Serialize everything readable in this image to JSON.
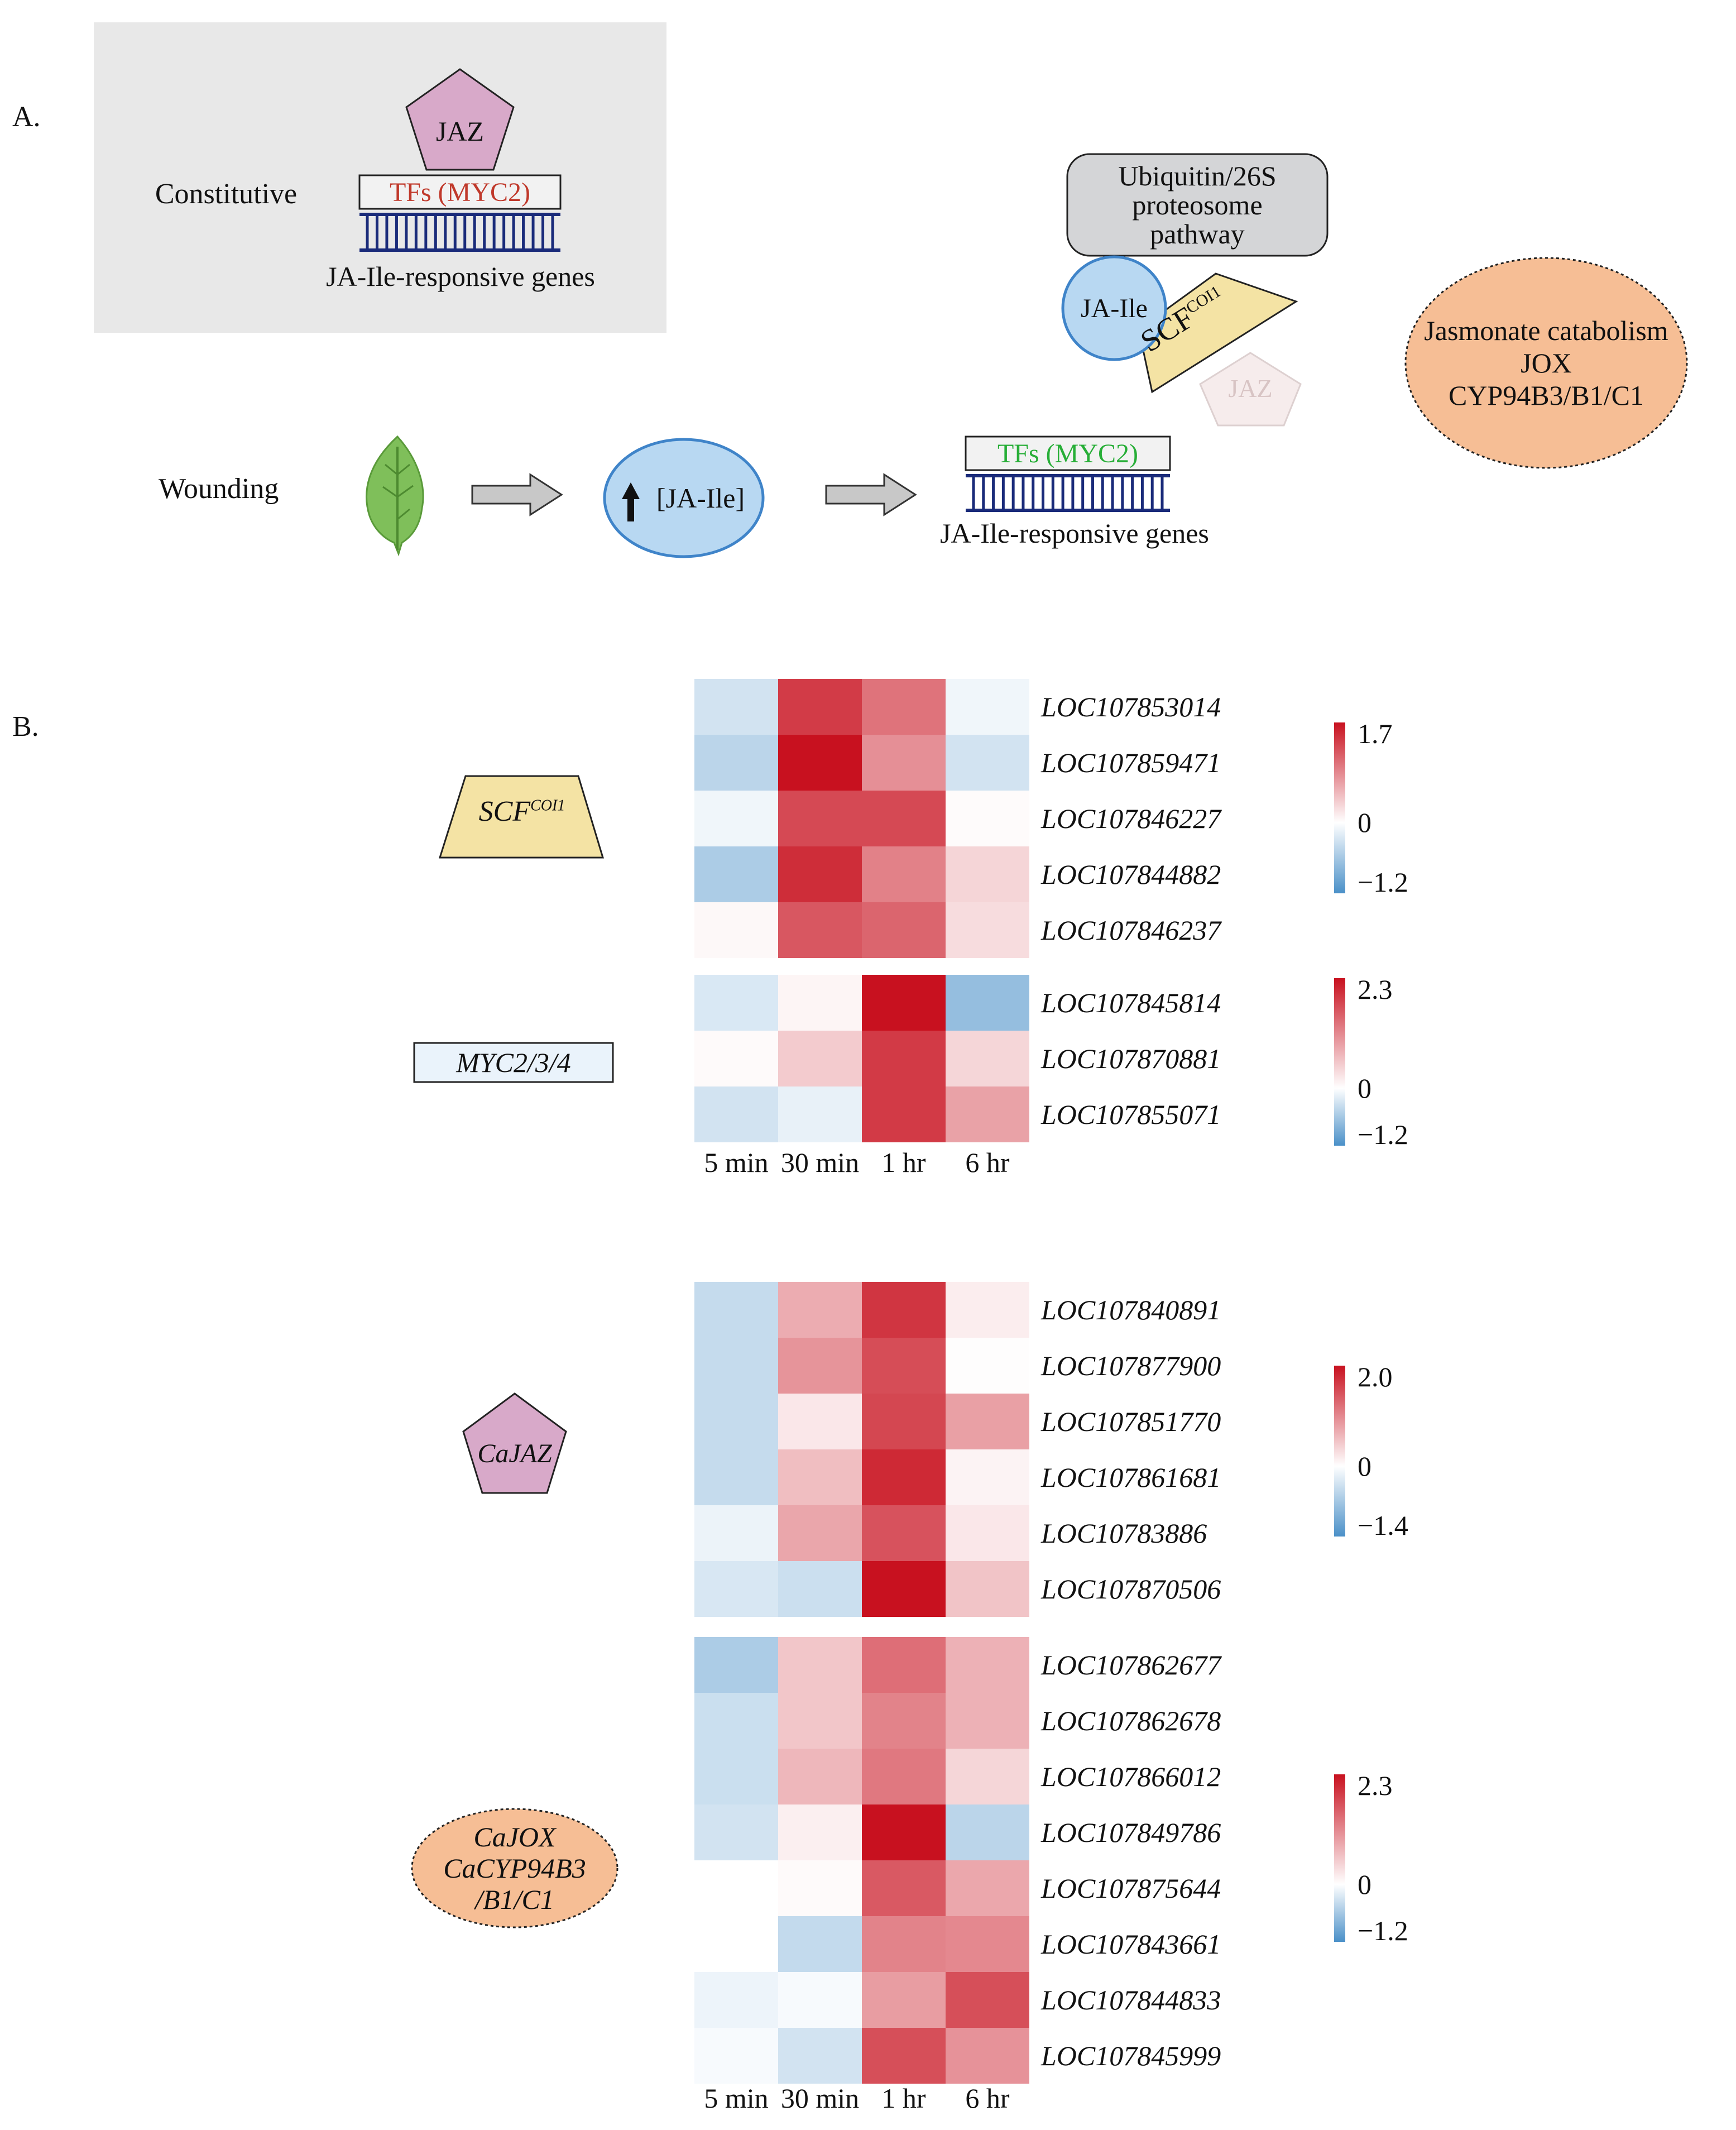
{
  "panel_a": {
    "label": "A.",
    "constitutive": {
      "label": "Constitutive",
      "jaz": "JAZ",
      "tf": "TFs (MYC2)",
      "genes": "JA-Ile-responsive genes"
    },
    "proteasome": "Ubiquitin/26S proteosome pathway",
    "proteasome_lines": [
      "Ubiquitin/26S",
      "proteosome",
      "pathway"
    ],
    "ja_ile": "JA-Ile",
    "scf_main": "SCF",
    "scf_sup": "COI1",
    "jaz_faded": "JAZ",
    "catabolism_lines": [
      "Jasmonate catabolism",
      "JOX",
      "CYP94B3/B1/C1"
    ],
    "wounding": "Wounding",
    "ja_ile_level": "[JA-Ile]",
    "tf_induced": "TFs (MYC2)",
    "genes_induced": "JA-Ile-responsive genes"
  },
  "panel_b": {
    "label": "B.",
    "columns": [
      "5 min",
      "30 min",
      "1 hr",
      "6 hr"
    ],
    "groups": [
      {
        "icon_lines": [
          "SCF"
        ],
        "icon_sup": "COI1",
        "scale": {
          "max": "1.7",
          "mid": "0",
          "min": "−1.2",
          "vmax": 1.7,
          "vmin": -1.2
        },
        "genes": [
          "LOC107853014",
          "LOC107859471",
          "LOC107846227",
          "LOC107844882",
          "LOC107846237"
        ],
        "values": [
          [
            -0.3,
            1.4,
            1.0,
            -0.1
          ],
          [
            -0.45,
            1.7,
            0.8,
            -0.3
          ],
          [
            -0.1,
            1.3,
            1.3,
            0.03
          ],
          [
            -0.55,
            1.5,
            0.9,
            0.3
          ],
          [
            0.05,
            1.2,
            1.1,
            0.25
          ]
        ]
      },
      {
        "icon_lines": [
          "MYC2/3/4"
        ],
        "scale": {
          "max": "2.3",
          "mid": "0",
          "min": "−1.2",
          "vmax": 2.3,
          "vmin": -1.2
        },
        "genes": [
          "LOC107845814",
          "LOC107870881",
          "LOC107855071"
        ],
        "values": [
          [
            -0.25,
            0.1,
            2.3,
            -0.7
          ],
          [
            0.05,
            0.5,
            1.9,
            0.4
          ],
          [
            -0.3,
            -0.15,
            1.9,
            0.9
          ]
        ]
      },
      {
        "icon_lines": [
          "CaJAZ"
        ],
        "scale": {
          "max": "2.0",
          "mid": "0",
          "min": "−1.4",
          "vmax": 2.0,
          "vmin": -1.4
        },
        "genes": [
          "LOC107840891",
          "LOC107877900",
          "LOC107851770",
          "LOC107861681",
          "LOC10783886",
          "LOC107870506"
        ],
        "values": [
          [
            -0.45,
            0.7,
            1.7,
            0.15
          ],
          [
            -0.45,
            0.9,
            1.5,
            0.02
          ],
          [
            -0.45,
            0.2,
            1.55,
            0.8
          ],
          [
            -0.45,
            0.55,
            1.8,
            0.1
          ],
          [
            -0.15,
            0.75,
            1.45,
            0.2
          ],
          [
            -0.3,
            -0.4,
            2.0,
            0.5
          ]
        ]
      },
      {
        "icon_lines": [
          "CaJOX",
          "CaCYP94B3",
          "/B1/C1"
        ],
        "scale": {
          "max": "2.3",
          "mid": "0",
          "min": "−1.2",
          "vmax": 2.3,
          "vmin": -1.2
        },
        "genes": [
          "LOC107862677",
          "LOC107862678",
          "LOC107866012",
          "LOC107849786",
          "LOC107875644",
          "LOC107843661",
          "LOC107844833",
          "LOC107845999"
        ],
        "values": [
          [
            -0.55,
            0.55,
            1.4,
            0.75
          ],
          [
            -0.35,
            0.55,
            1.2,
            0.75
          ],
          [
            -0.35,
            0.7,
            1.3,
            0.4
          ],
          [
            -0.3,
            0.15,
            2.3,
            -0.45
          ],
          [
            0.0,
            0.05,
            1.6,
            0.85
          ],
          [
            0.0,
            -0.4,
            1.2,
            1.15
          ],
          [
            -0.12,
            -0.05,
            0.95,
            1.7
          ],
          [
            -0.05,
            -0.3,
            1.7,
            1.05
          ]
        ]
      }
    ]
  },
  "colors": {
    "jaz": "#d8a9c9",
    "scf": "#f4e3a4",
    "ja_ile": "#b8d8f2",
    "ja_ile_border": "#3f84c9",
    "catabolism": "#f6be95",
    "proteasome": "#d4d5d7",
    "constitutive_bg": "#e8e8e8",
    "tf_red": "#c0392b",
    "tf_green": "#27ae37",
    "dna": "#1a2b7a",
    "heat_high": "#c8111f",
    "heat_low": "#4a90c8"
  }
}
